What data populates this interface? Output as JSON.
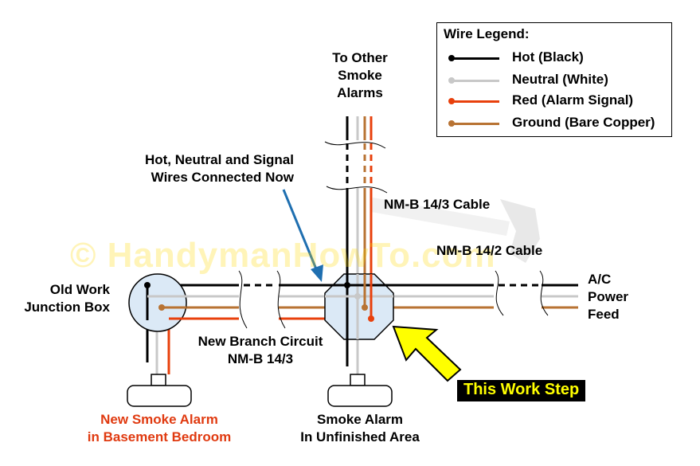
{
  "legend": {
    "title": "Wire Legend:",
    "items": [
      {
        "label": "Hot (Black)",
        "color": "#000000"
      },
      {
        "label": "Neutral (White)",
        "color": "#c8c8c8"
      },
      {
        "label": "Red (Alarm Signal)",
        "color": "#e8400c"
      },
      {
        "label": "Ground (Bare Copper)",
        "color": "#b87333"
      }
    ]
  },
  "labels": {
    "to_other_1": "To Other",
    "to_other_2": "Smoke",
    "to_other_3": "Alarms",
    "connected_1": "Hot, Neutral and Signal",
    "connected_2": "Wires Connected Now",
    "cable_143": "NM-B 14/3 Cable",
    "cable_142": "NM-B 14/2 Cable",
    "old_work_1": "Old Work",
    "old_work_2": "Junction Box",
    "ac_1": "A/C",
    "ac_2": "Power",
    "ac_3": "Feed",
    "branch_1": "New Branch Circuit",
    "branch_2": "NM-B 14/3",
    "new_alarm_1": "New Smoke Alarm",
    "new_alarm_2": "in Basement Bedroom",
    "alarm_1": "Smoke Alarm",
    "alarm_2": "In Unfinished Area",
    "this_step": "This Work Step"
  },
  "watermark": "© HandymanHowTo.com",
  "colors": {
    "hot": "#000000",
    "neutral": "#c8c8c8",
    "red": "#e8400c",
    "ground": "#b87333",
    "arrow_blue": "#1f6fb0",
    "arrow_yellow": "#ffff00",
    "box_fill": "#dbe9f6"
  }
}
